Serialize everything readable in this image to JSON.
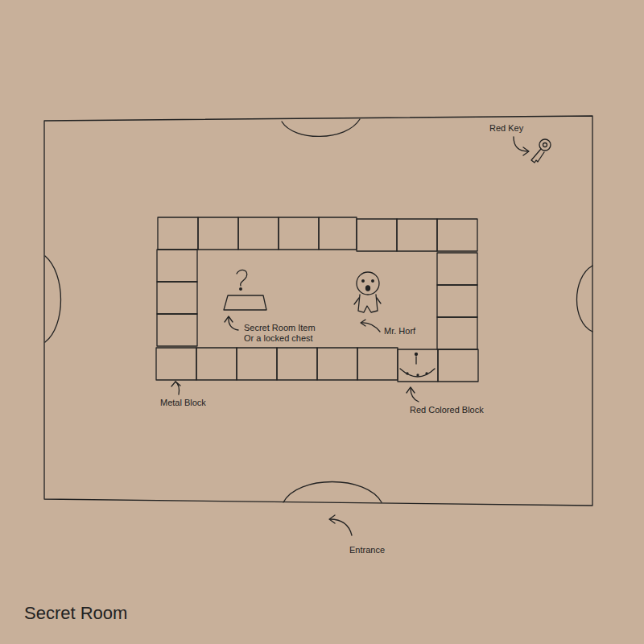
{
  "diagram": {
    "title": "Secret Room",
    "labels": [
      "Red Key",
      "Secret Room Item Or a locked chest",
      "Mr. Horf",
      "Metal Block",
      "Red Colored Block",
      "Entrance"
    ]
  }
}
